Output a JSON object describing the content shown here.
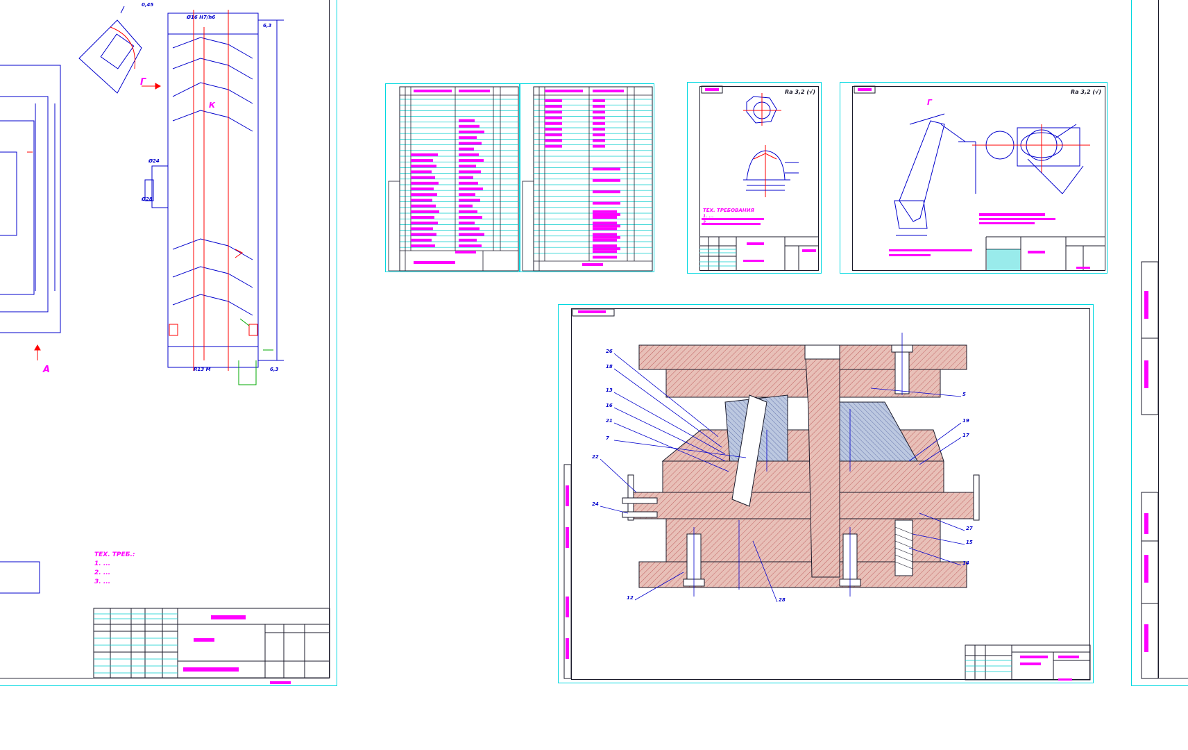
{
  "drawings": {
    "left_sheet": {
      "notes_title": "ТЕХ. ТРЕБ.:",
      "note_1": "1. ...",
      "note_2": "2. ...",
      "note_3": "3. ...",
      "dimension_h": "H7/h6",
      "label_a": "A",
      "label_g": "Г",
      "label_k": "К"
    },
    "assembly_sheet": {
      "leaders": [
        "26",
        "18",
        "13",
        "16",
        "21",
        "7",
        "22",
        "24",
        "5",
        "19",
        "17",
        "27",
        "15",
        "14",
        "12",
        "28"
      ]
    },
    "detail_sheet_2": {
      "roughness": "Ra 3,2 (√)",
      "requirements_title": "ТЕХ. ТРЕБОВАНИЯ",
      "req_1": "1. ...",
      "req_2": "2. ..."
    },
    "detail_sheet_3": {
      "roughness": "Ra 3,2 (√)",
      "label_g": "Г"
    }
  },
  "colors": {
    "sheet_border": "#00d8e0",
    "frame": "#1a1a2a",
    "geometry": "#0000cc",
    "center": "#ff0000",
    "text": "#ff00ff",
    "hatch": "#c06060",
    "hatch_fill": "#e8c0b8",
    "spec_line": "#00cccc"
  }
}
